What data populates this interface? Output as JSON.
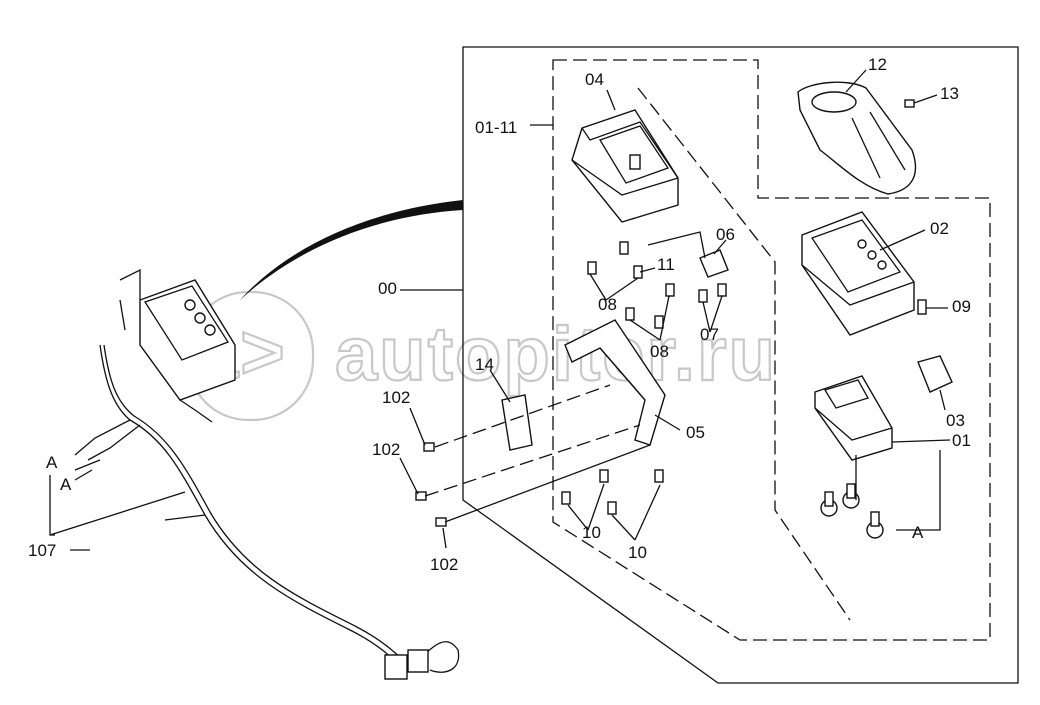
{
  "watermark": {
    "text": "autopiter.ru",
    "logo_mark": "a>"
  },
  "labels": {
    "p00": "00",
    "p01": "01",
    "p01_11": "01-11",
    "p02": "02",
    "p03": "03",
    "p04": "04",
    "p05": "05",
    "p06": "06",
    "p07": "07",
    "p08_a": "08",
    "p08_b": "08",
    "p09": "09",
    "p10_a": "10",
    "p10_b": "10",
    "p11": "11",
    "p12": "12",
    "p13": "13",
    "p14": "14",
    "p102_a": "102",
    "p102_b": "102",
    "p102_c": "102",
    "p107": "107",
    "connA_1": "A",
    "connA_2": "A",
    "connA_3": "A"
  }
}
